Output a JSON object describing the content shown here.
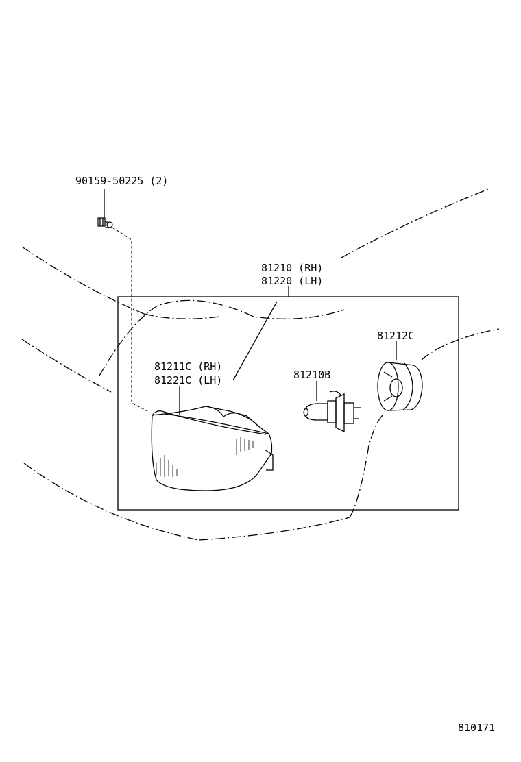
{
  "parts": {
    "bolt": "90159-50225 (2)",
    "assembly_rh": "81210 (RH)",
    "assembly_lh": "81220 (LH)",
    "lens_rh": "81211C (RH)",
    "lens_lh": "81221C (LH)",
    "bulb": "81210B",
    "socket": "81212C"
  },
  "figure_id": "810171"
}
